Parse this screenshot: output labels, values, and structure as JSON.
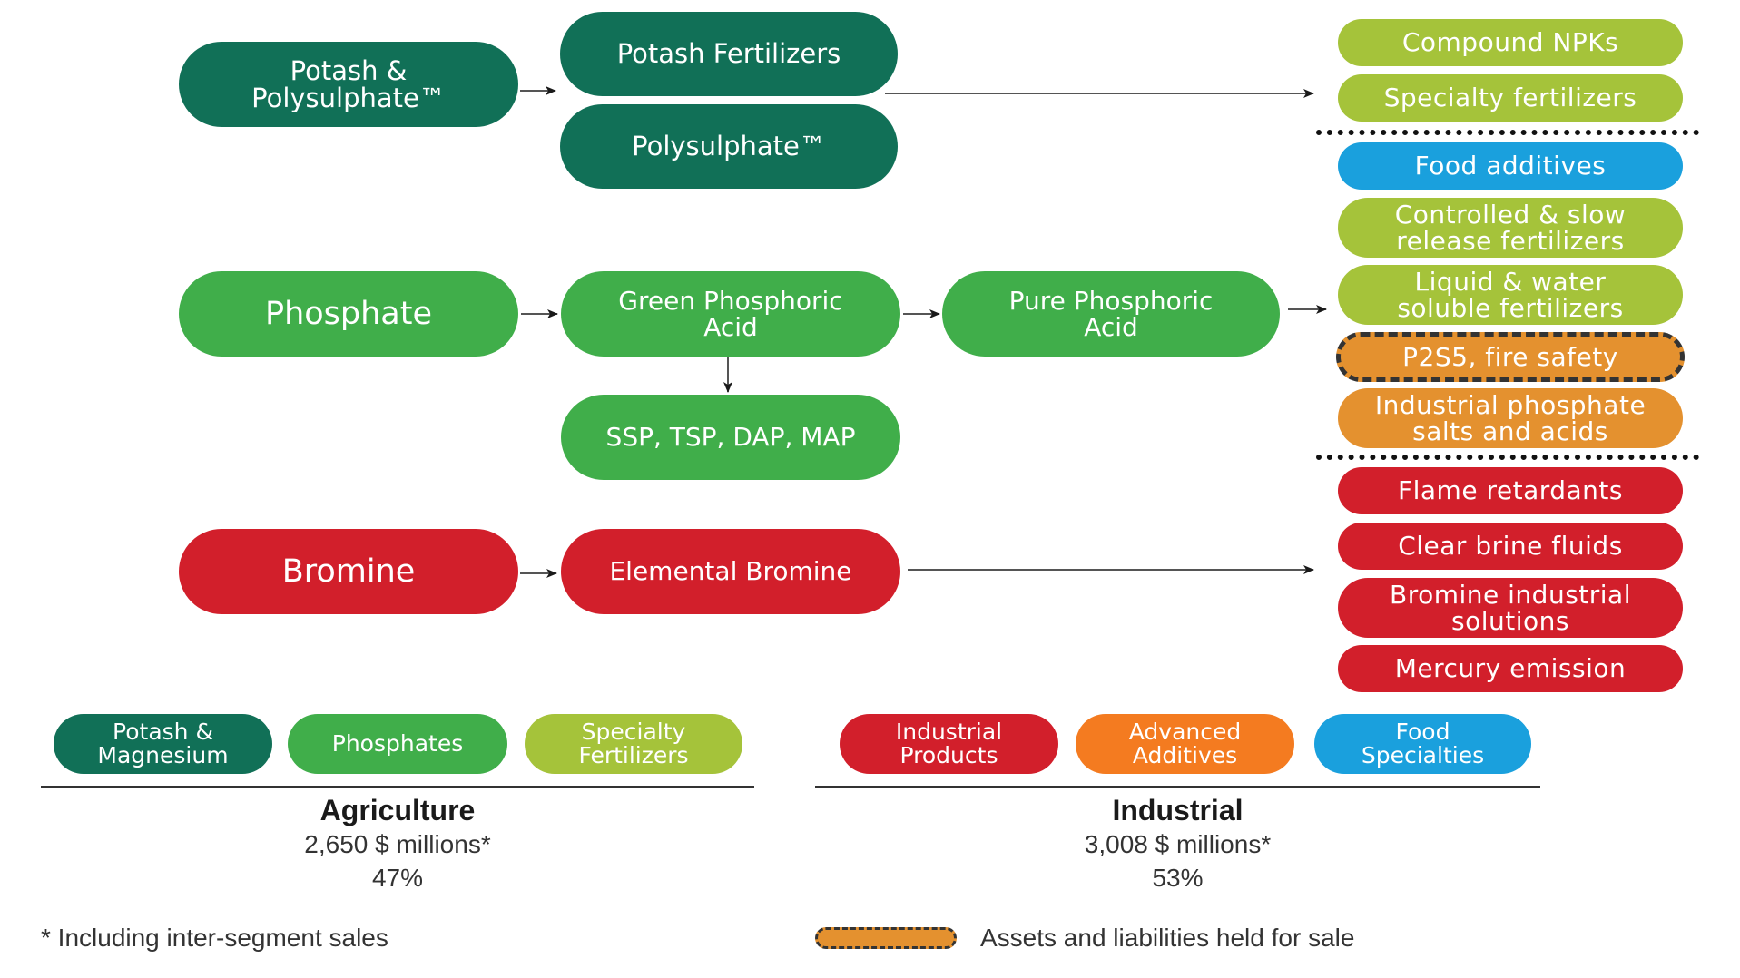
{
  "colors": {
    "potash": "#117057",
    "phosphate": "#40ae4a",
    "specialty": "#a5c33a",
    "bromine": "#d21f2b",
    "food": "#1aa0dd",
    "held_for_sale": "#e4912f",
    "advanced_additives": "#f47b20"
  },
  "flow": {
    "potash": {
      "source": "Potash &\nPolysulphate™",
      "products": [
        "Potash Fertilizers",
        "Polysulphate™"
      ]
    },
    "phosphate": {
      "source": "Phosphate",
      "intermediate": "Green Phosphoric\nAcid",
      "refined": "Pure Phosphoric\nAcid",
      "fertilizers": "SSP, TSP, DAP, MAP"
    },
    "bromine": {
      "source": "Bromine",
      "product": "Elemental Bromine"
    }
  },
  "end_markets": {
    "agri": [
      "Compound NPKs",
      "Specialty  fertilizers"
    ],
    "phosphate": [
      "Food additives",
      "Controlled & slow\nrelease fertilizers",
      "Liquid & water\nsoluble fertilizers",
      "P2S5, fire safety",
      "Industrial phosphate\nsalts and acids"
    ],
    "bromine": [
      "Flame retardants",
      "Clear brine fluids",
      "Bromine industrial\nsolutions",
      "Mercury emission"
    ]
  },
  "segments": {
    "agriculture": {
      "units": [
        "Potash &\nMagnesium",
        "Phosphates",
        "Specialty\nFertilizers"
      ],
      "title": "Agriculture",
      "sales": "2,650 $ millions*",
      "share": "47%"
    },
    "industrial": {
      "units": [
        "Industrial\nProducts",
        "Advanced\nAdditives",
        "Food\nSpecialties"
      ],
      "title": "Industrial",
      "sales": "3,008 $ millions*",
      "share": "53%"
    }
  },
  "footnotes": {
    "inter_segment": "* Including inter-segment sales",
    "held_for_sale": "Assets and liabilities held for sale"
  }
}
